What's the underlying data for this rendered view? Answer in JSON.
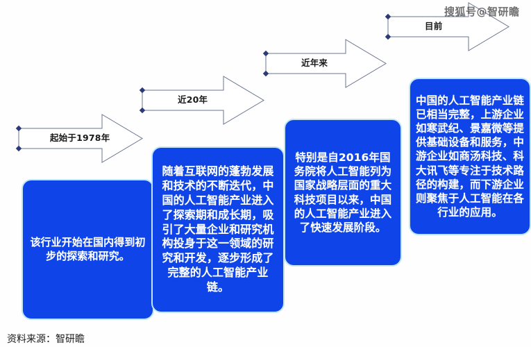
{
  "figure": {
    "background_color": "#fefefe",
    "box_fill_color": "#0e44e8",
    "box_border_color": "#bfe6f5",
    "arrow_stroke_color": "#5b6580",
    "text_color": "#ffffff"
  },
  "watermark": {
    "text": "搜狐号@智研瞻"
  },
  "source": {
    "text": "资料来源：智研瞻"
  },
  "stages": [
    {
      "id": "stage-1",
      "arrow_label": "起始于1978年",
      "body": "该行业开始在国内得到初步的探索和研究。"
    },
    {
      "id": "stage-2",
      "arrow_label": "近20年",
      "body": "随着互联网的蓬勃发展和技术的不断迭代，中国的人工智能产业进入了探索期和成长期，吸引了大量企业和研究机构投身于这一领域的研究和开发，逐步形成了完整的人工智能产业链。"
    },
    {
      "id": "stage-3",
      "arrow_label": "近年来",
      "body": "特别是自2016年国务院将人工智能列为国家战略层面的重大科技项目以来，中国的人工智能产业进入了快速发展阶段。"
    },
    {
      "id": "stage-4",
      "arrow_label": "目前",
      "body": "中国的人工智能产业链已相当完整，上游企业如寒武纪、景嘉微等提供基础设备和服务，中游企业如商汤科技、科大讯飞等专注于技术路径的构建，而下游企业则聚焦于人工智能在各行业的应用。"
    }
  ]
}
